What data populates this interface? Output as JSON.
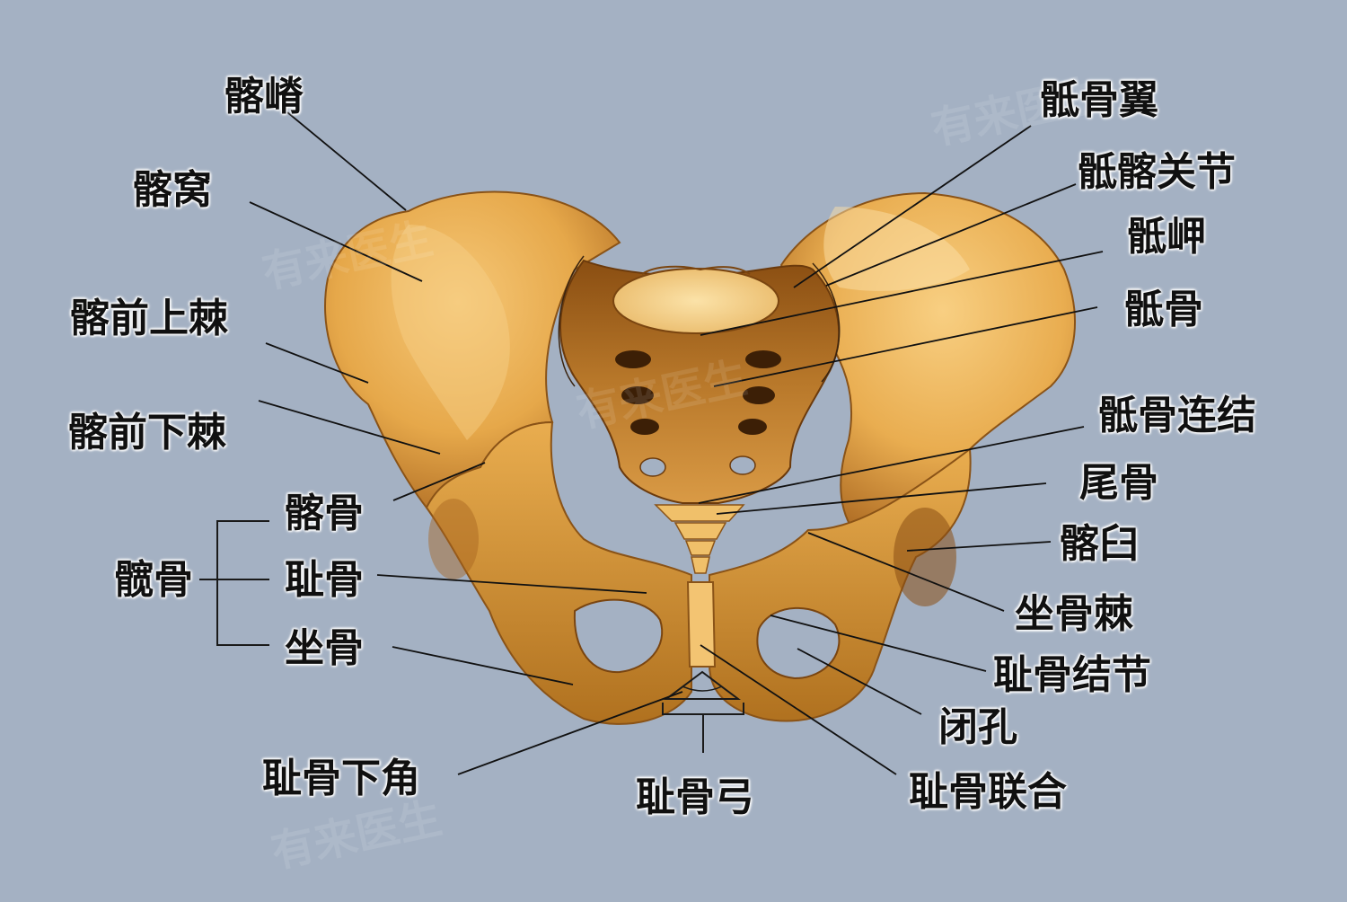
{
  "labels": {
    "iliac_crest": "髂嵴",
    "iliac_fossa": "髂窝",
    "asis": "髂前上棘",
    "aiis": "髂前下棘",
    "ilium": "髂骨",
    "hip_bone": "髋骨",
    "pubis": "耻骨",
    "ischium": "坐骨",
    "subpubic_angle": "耻骨下角",
    "pubic_arch": "耻骨弓",
    "sacral_ala": "骶骨翼",
    "sacroiliac_joint": "骶髂关节",
    "promontory": "骶岬",
    "sacrum": "骶骨",
    "sacrococcygeal_joint": "骶骨连结",
    "coccyx": "尾骨",
    "acetabulum": "髂臼",
    "ischial_spine": "坐骨棘",
    "pubic_tubercle": "耻骨结节",
    "obturator_foramen": "闭孔",
    "pubic_symphysis": "耻骨联合"
  },
  "watermark": "有来医生",
  "colors": {
    "background": "#a4b1c3",
    "bone_light": "#f4c067",
    "bone_mid": "#e2a43f",
    "bone_dark": "#9a5b17",
    "label_text": "#101010"
  }
}
